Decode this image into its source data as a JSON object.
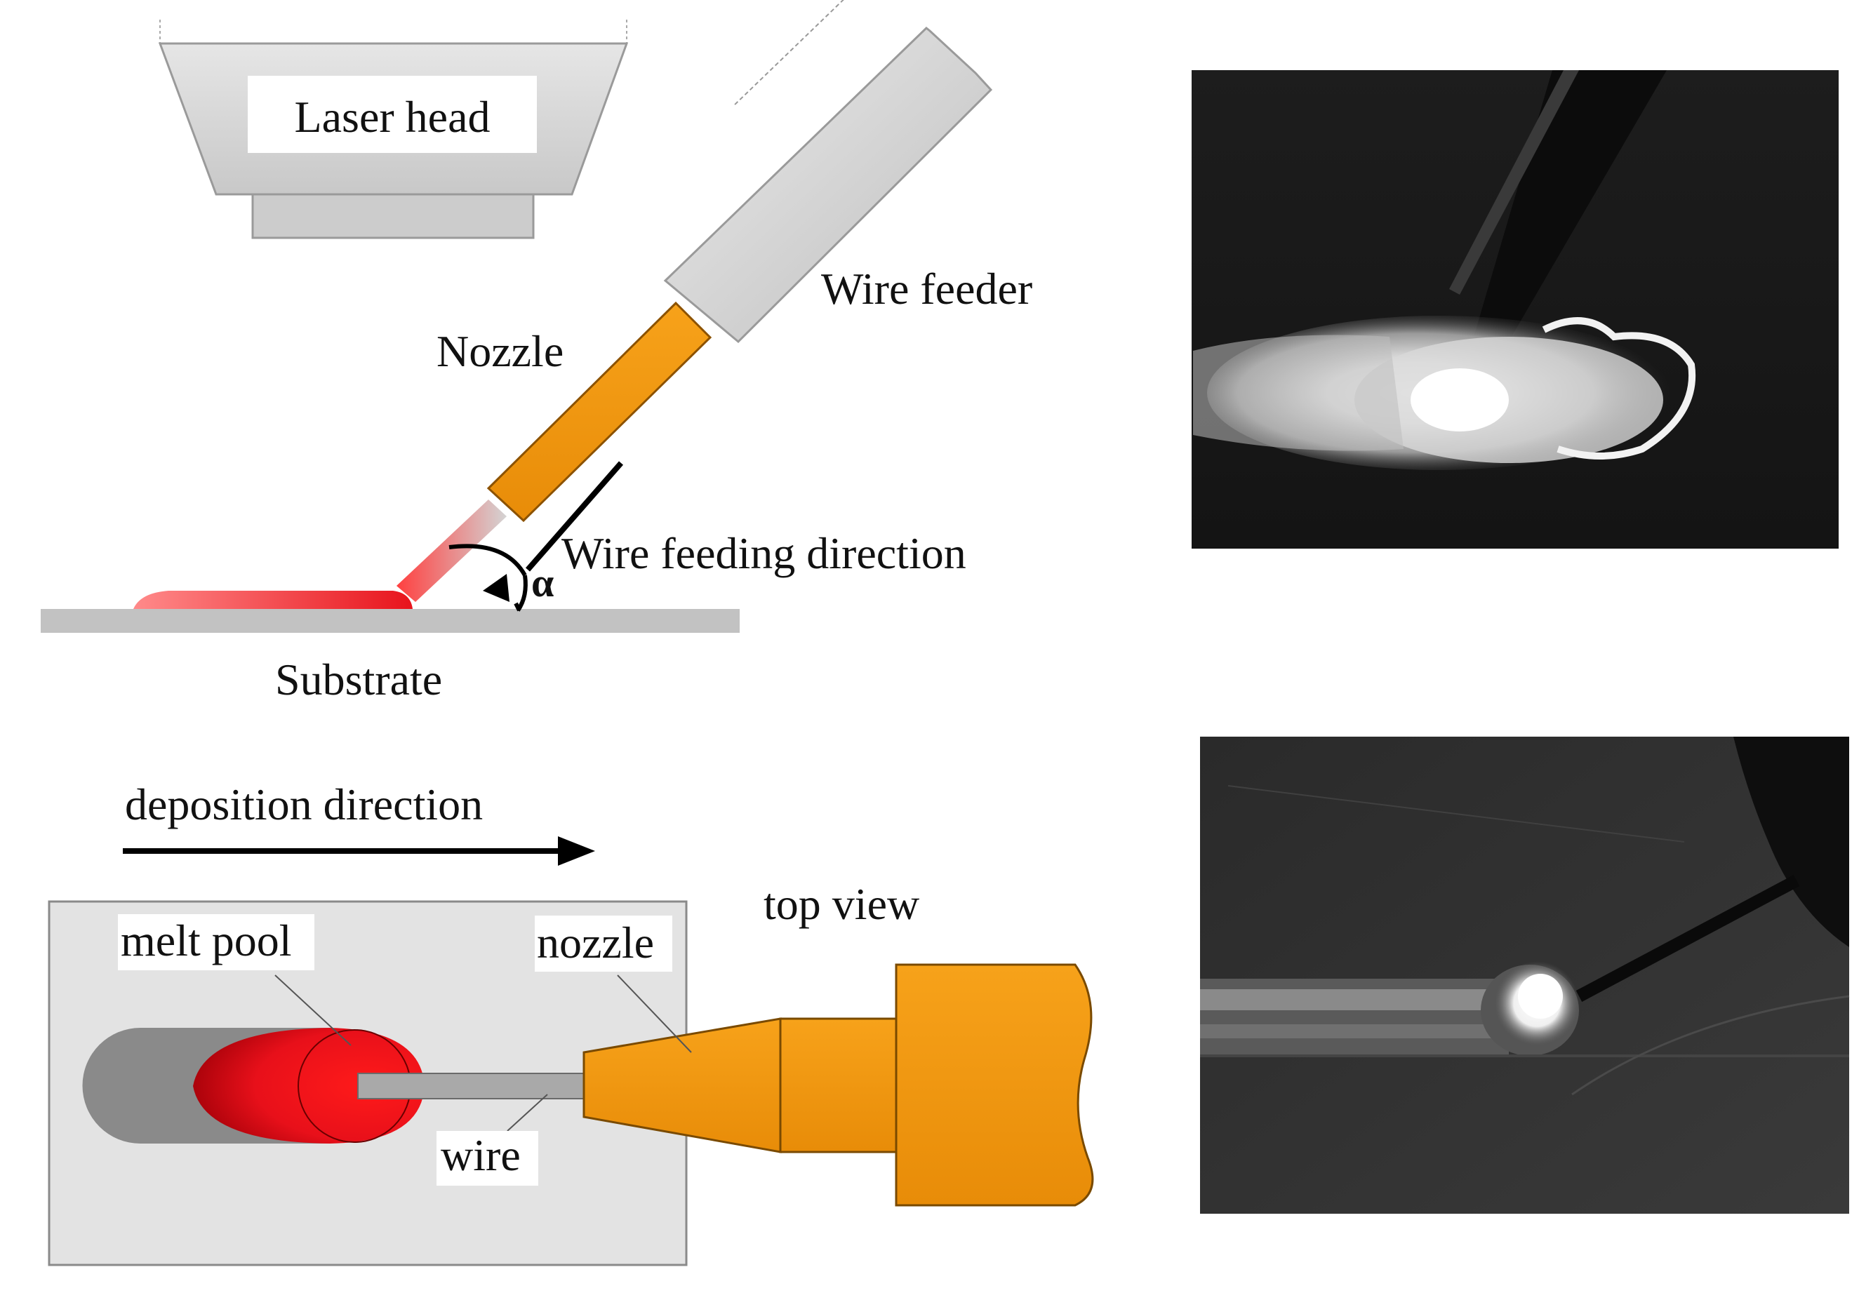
{
  "side_view": {
    "laser_head_label": "Laser head",
    "wire_feeder_label": "Wire feeder",
    "nozzle_label": "Nozzle",
    "wire_feeding_direction_label": "Wire feeding direction",
    "angle_symbol": "α",
    "substrate_label": "Substrate"
  },
  "top_view": {
    "deposition_direction_label": "deposition direction",
    "top_view_label": "top view",
    "melt_pool_label": "melt pool",
    "nozzle_label": "nozzle",
    "wire_label": "wire"
  },
  "colors": {
    "nozzle_orange": "#f39c12",
    "melt_pool_red": "#e8141c",
    "head_gray": "#d4d4d4",
    "substrate_gray": "#c2c2c2",
    "plate_gray": "#e3e3e3"
  }
}
